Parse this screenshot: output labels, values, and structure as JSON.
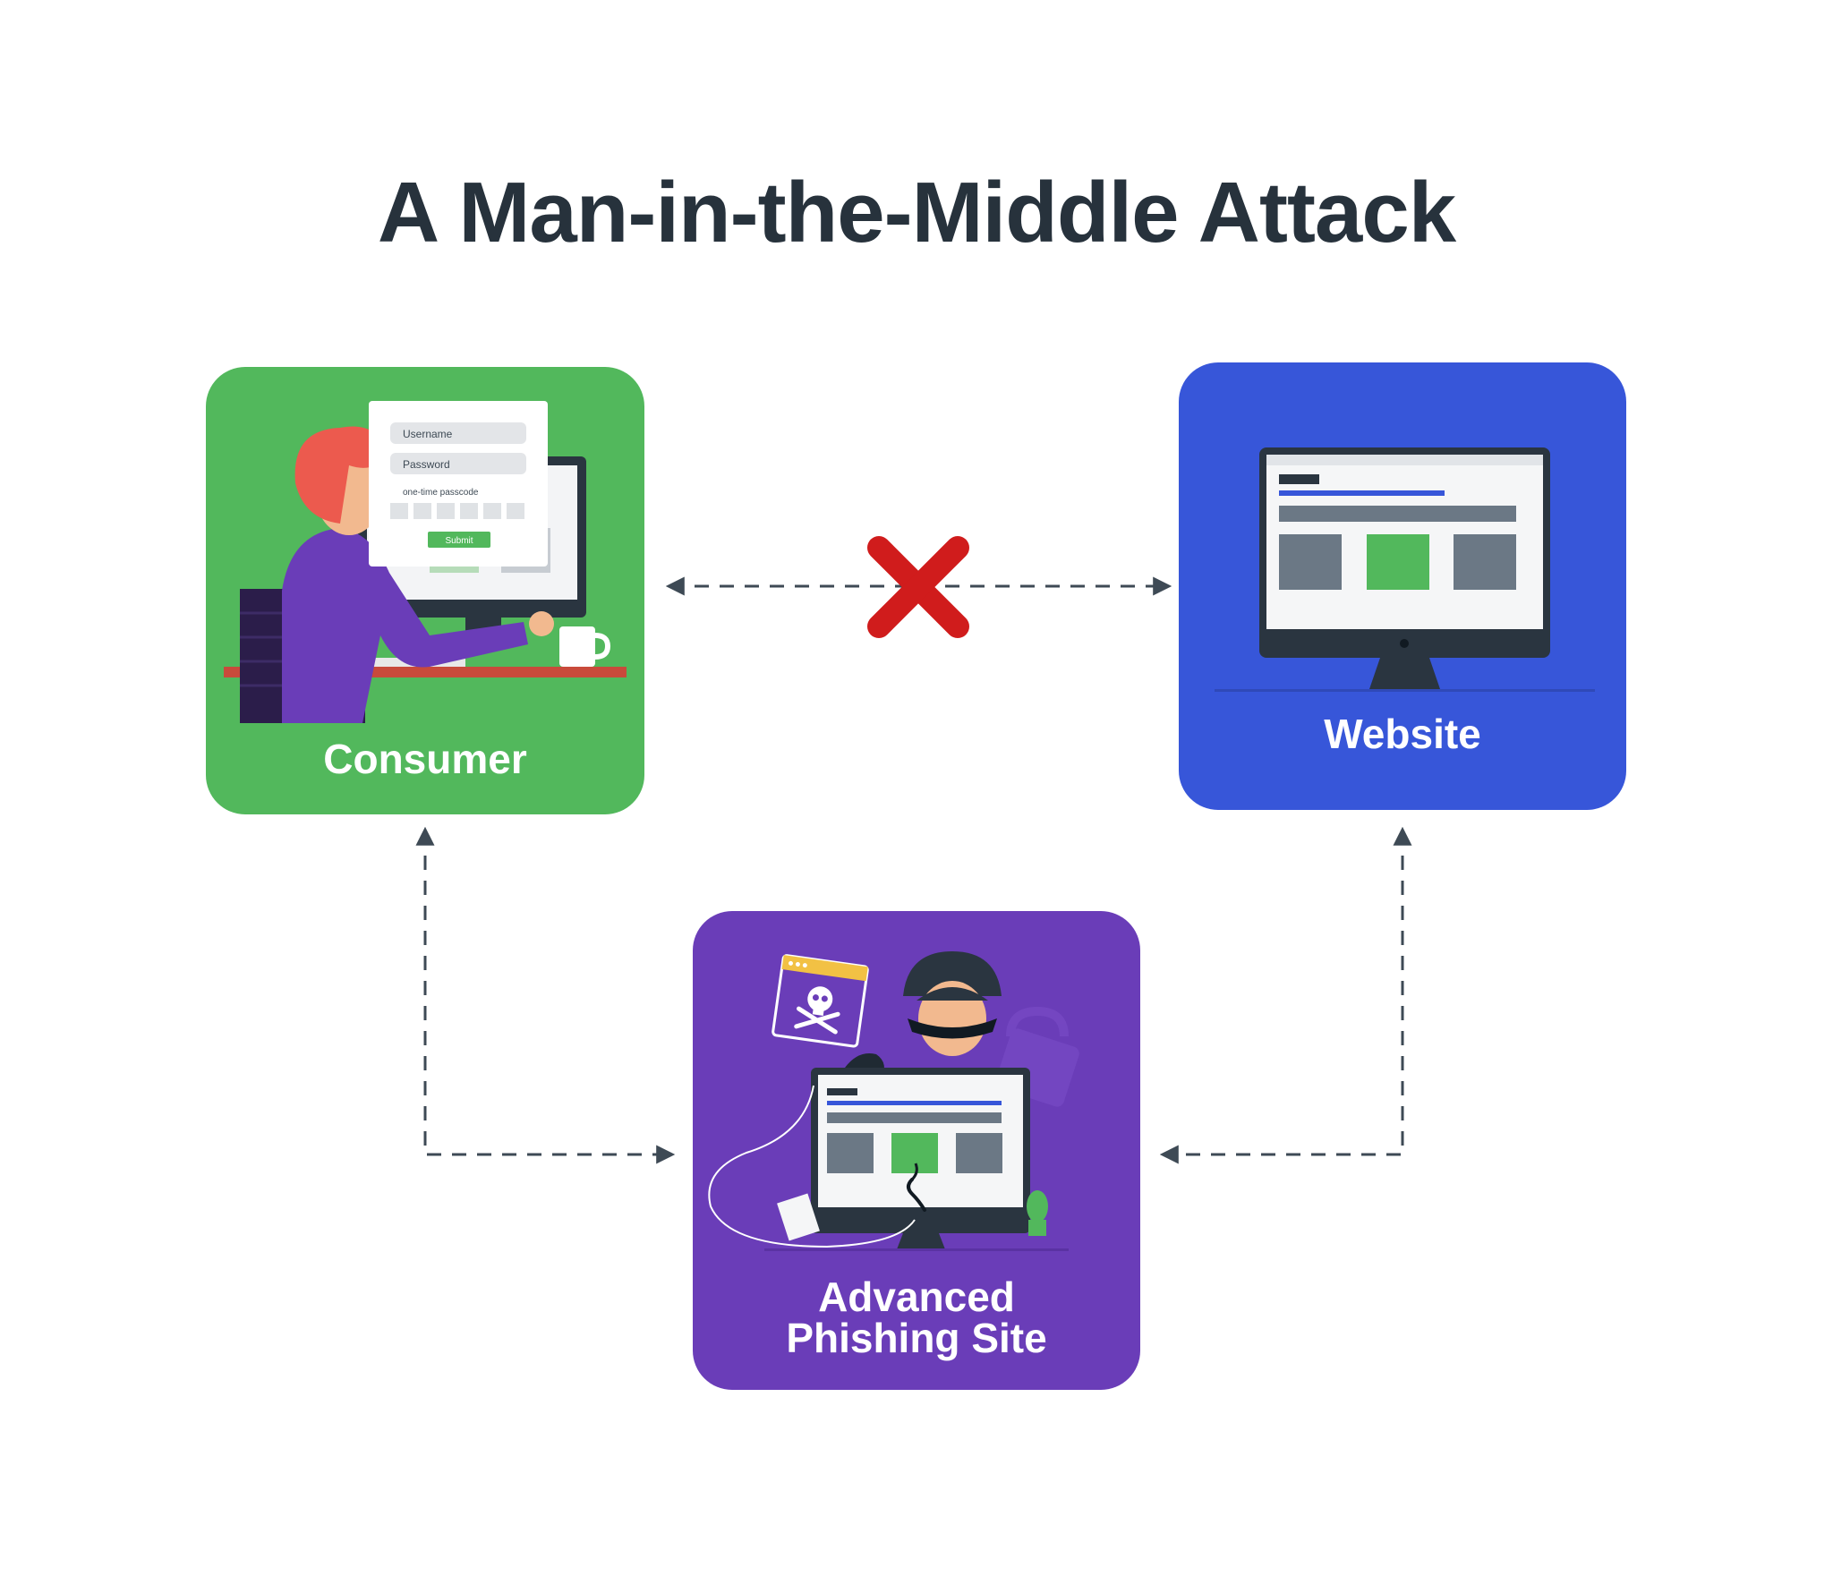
{
  "title": "A Man-in-the-Middle Attack",
  "nodes": {
    "consumer": {
      "label": "Consumer",
      "color": "#52b85c",
      "login_form": {
        "username_label": "Username",
        "password_label": "Password",
        "otp_label": "one-time passcode",
        "submit_label": "Submit"
      }
    },
    "website": {
      "label": "Website",
      "color": "#3756d9"
    },
    "phishing": {
      "label": "Advanced\nPhishing Site",
      "color": "#6a3db8"
    }
  },
  "edges": [
    {
      "from": "consumer",
      "to": "website",
      "style": "dashed",
      "bidirectional": true,
      "blocked": true
    },
    {
      "from": "consumer",
      "to": "phishing",
      "style": "dashed",
      "bidirectional": true
    },
    {
      "from": "website",
      "to": "phishing",
      "style": "dashed",
      "bidirectional": true
    }
  ],
  "colors": {
    "title": "#27323c",
    "connector": "#3e4a55",
    "blocked_mark": "#d01c1c"
  },
  "icons": [
    "blocked-x-icon",
    "skull-crossbones-icon",
    "padlock-icon",
    "fishing-hook-icon",
    "monitor-icon"
  ]
}
